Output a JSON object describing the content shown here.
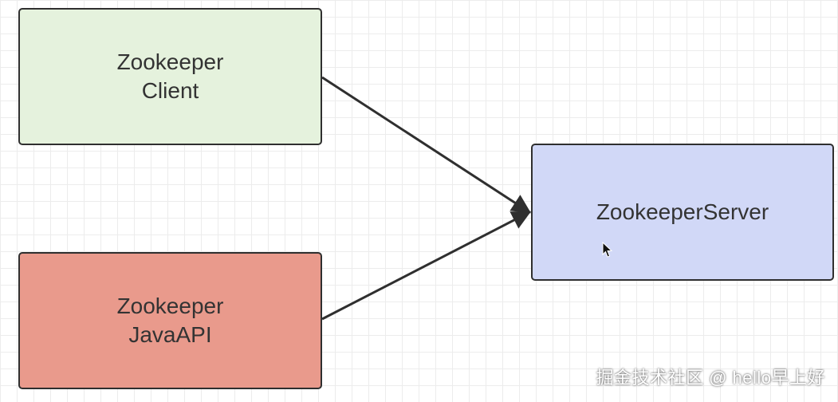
{
  "nodes": {
    "client": {
      "line1": "Zookeeper",
      "line2": "Client",
      "fill": "#e5f2dd"
    },
    "javaapi": {
      "line1": "Zookeeper",
      "line2": "JavaAPI",
      "fill": "#e99a8c"
    },
    "server": {
      "label": "ZookeeperServer",
      "fill": "#d1d8f7"
    }
  },
  "edges": [
    {
      "from": "Zookeeper Client",
      "to": "ZookeeperServer"
    },
    {
      "from": "Zookeeper JavaAPI",
      "to": "ZookeeperServer"
    }
  ],
  "watermark": "掘金技术社区 @ hello早上好"
}
